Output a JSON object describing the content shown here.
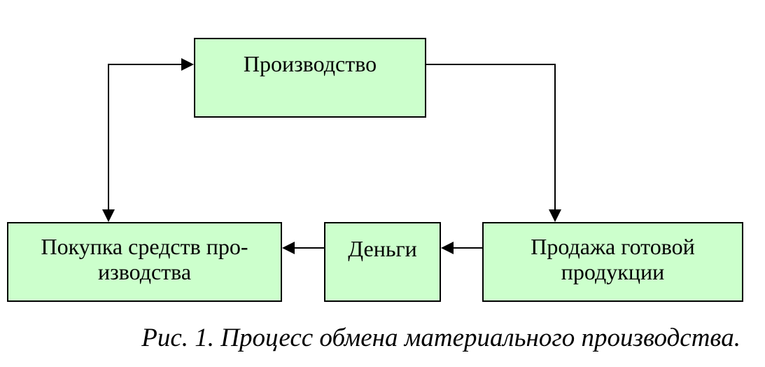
{
  "diagram": {
    "nodes": {
      "production": {
        "label": "Производство"
      },
      "sales": {
        "line1": "Продажа готовой",
        "line2": "продукции"
      },
      "money": {
        "label": "Деньги"
      },
      "purchase": {
        "line1": "Покупка средств про-",
        "line2": "изводства"
      }
    },
    "edges": [
      {
        "from": "production",
        "to": "sales"
      },
      {
        "from": "sales",
        "to": "money"
      },
      {
        "from": "money",
        "to": "purchase"
      },
      {
        "from": "purchase",
        "to": "production",
        "bidirectional": true
      }
    ],
    "colors": {
      "box_fill": "#ccffcc",
      "stroke": "#000000"
    }
  },
  "caption": "Рис. 1. Процесс обмена материального производства."
}
